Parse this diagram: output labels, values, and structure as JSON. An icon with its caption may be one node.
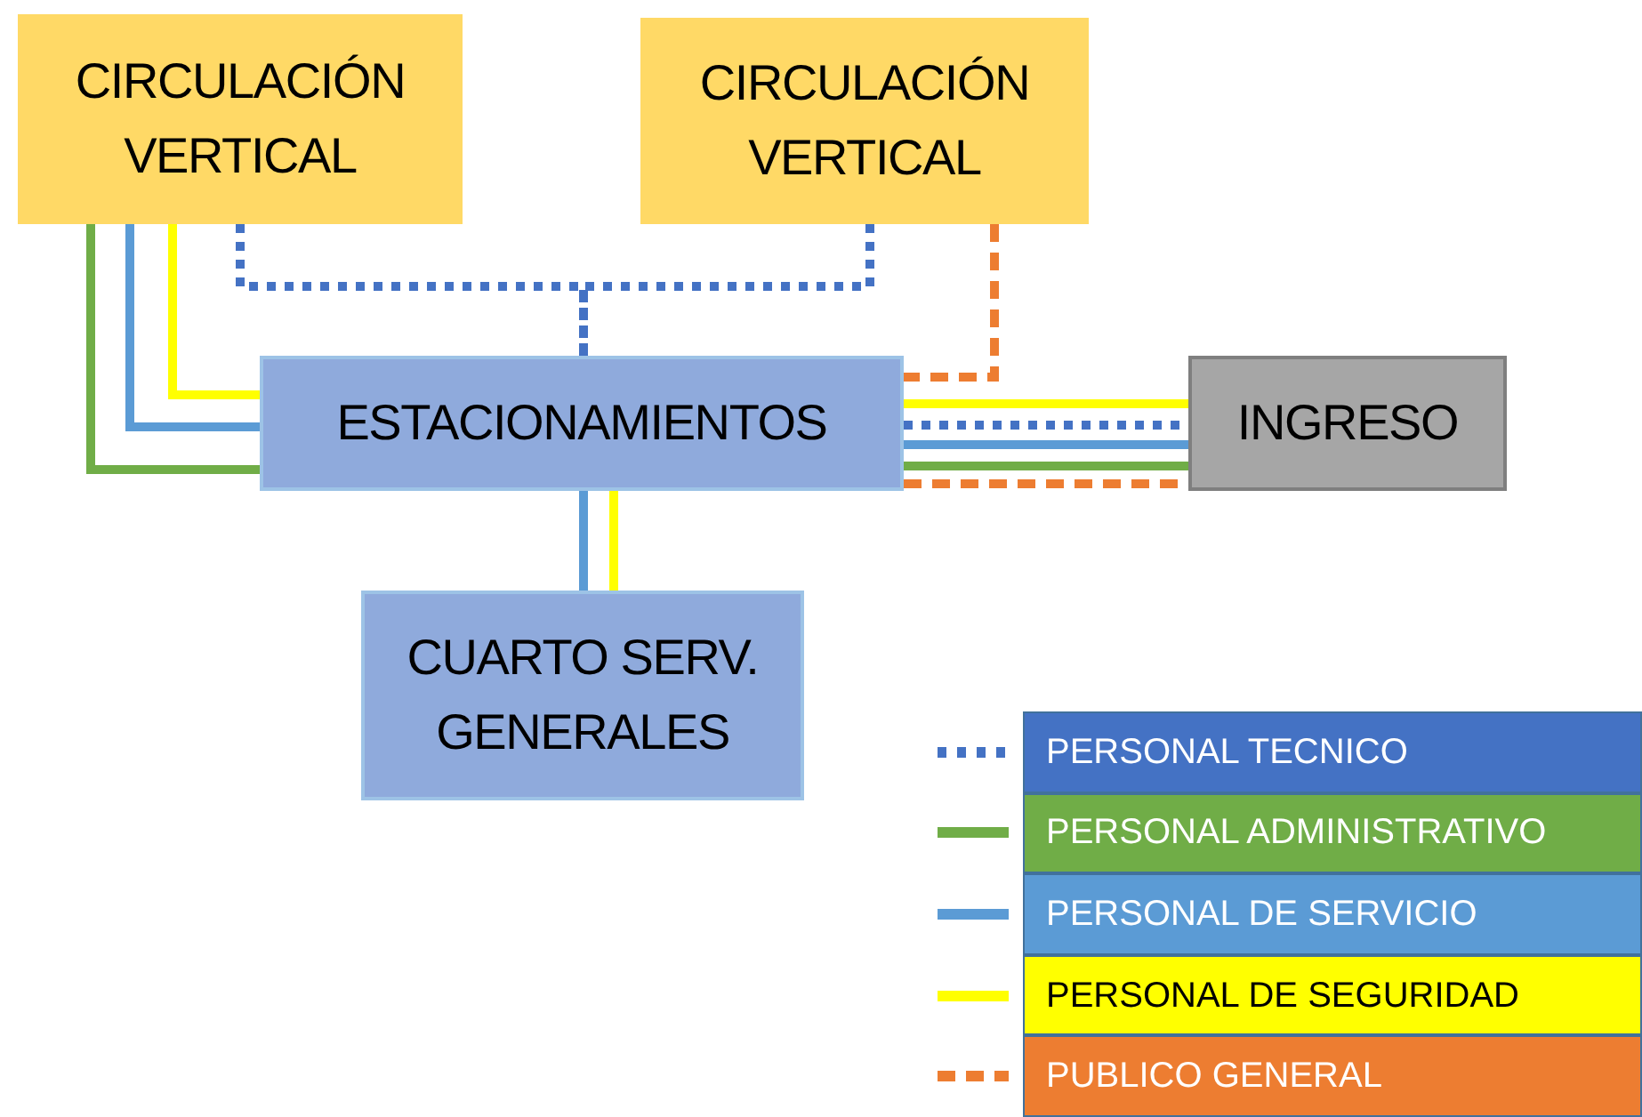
{
  "diagram": {
    "nodes": [
      {
        "text": [
          "CIRCULACIÓN VERTICAL"
        ]
      },
      {
        "text": [
          "CIRCULACIÓN VERTICAL"
        ]
      },
      {
        "text": [
          "ESTACIONAMIENTOS"
        ]
      },
      {
        "text": [
          "INGRESO"
        ]
      },
      {
        "text": [
          "CUARTO SERV. GENERALES"
        ]
      }
    ],
    "edges": [
      {
        "from": 0,
        "to": 2,
        "arrow": "none",
        "color": "#70ad47"
      },
      {
        "from": 0,
        "to": 2,
        "arrow": "none",
        "color": "#5b9bd5"
      },
      {
        "from": 0,
        "to": 2,
        "arrow": "none",
        "color": "#ffff00"
      },
      {
        "from": 0,
        "to": 2,
        "arrow": "none",
        "style": "dashed",
        "color": "#4472c4"
      },
      {
        "from": 1,
        "to": 2,
        "arrow": "none",
        "style": "dashed",
        "color": "#4472c4"
      },
      {
        "from": 1,
        "to": 2,
        "arrow": "none",
        "style": "dashed",
        "color": "#ed7d31"
      },
      {
        "from": 2,
        "to": 3,
        "arrow": "none",
        "color": "#ffff00"
      },
      {
        "from": 2,
        "to": 3,
        "arrow": "none",
        "style": "dashed",
        "color": "#4472c4"
      },
      {
        "from": 2,
        "to": 3,
        "arrow": "none",
        "color": "#5b9bd5"
      },
      {
        "from": 2,
        "to": 3,
        "arrow": "none",
        "color": "#70ad47"
      },
      {
        "from": 2,
        "to": 3,
        "arrow": "none",
        "style": "dashed",
        "color": "#ed7d31"
      },
      {
        "from": 2,
        "to": 4,
        "arrow": "none",
        "color": "#5b9bd5"
      },
      {
        "from": 2,
        "to": 4,
        "arrow": "none",
        "color": "#ffff00"
      }
    ],
    "legend": [
      {
        "text": "PERSONAL TECNICO",
        "color": "#4472c4"
      },
      {
        "text": "PERSONAL ADMINISTRATIVO",
        "color": "#70ad47"
      },
      {
        "text": "PERSONAL DE SERVICIO",
        "color": "#5b9bd5"
      },
      {
        "text": "PERSONAL DE SEGURIDAD",
        "color": "#ffff00"
      },
      {
        "text": "PUBLICO GENERAL",
        "color": "#ed7d31"
      }
    ]
  }
}
